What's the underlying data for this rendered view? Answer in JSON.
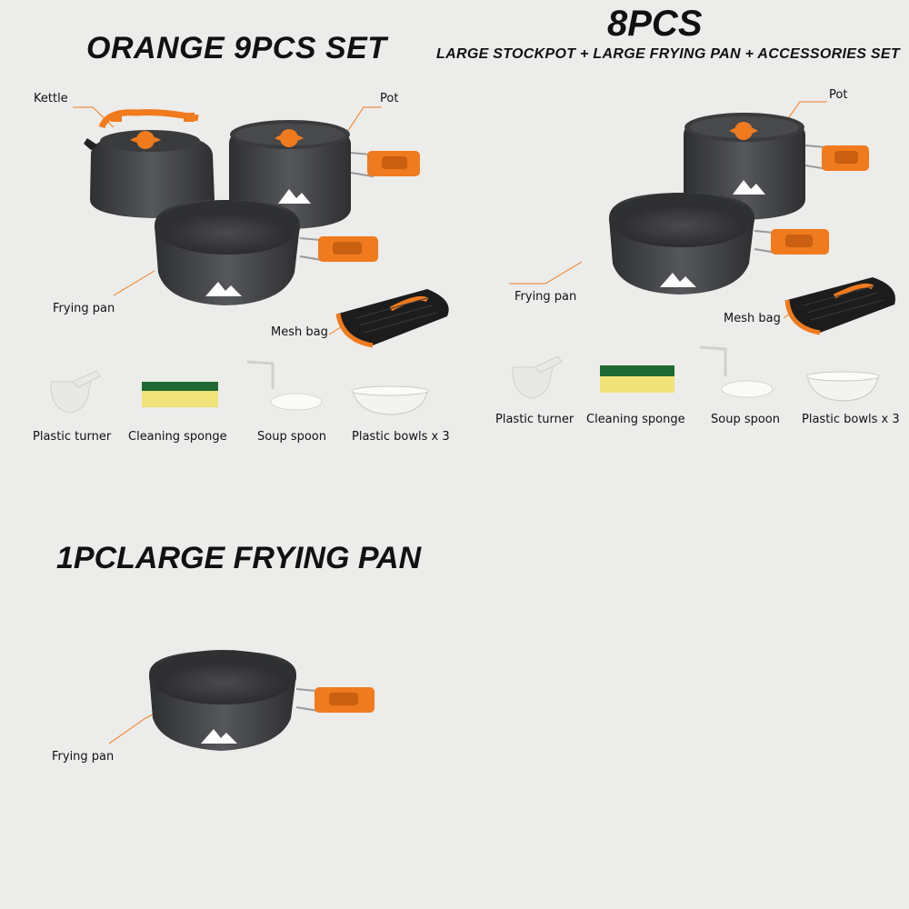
{
  "colors": {
    "background": "#ececea",
    "accent_orange": "#f07a1e",
    "pan_dark": "#3b3c3e"
  },
  "set9": {
    "title": "ORANGE 9PCS SET",
    "labels": {
      "kettle": "Kettle",
      "pot": "Pot",
      "frying_pan": "Frying pan",
      "mesh_bag": "Mesh bag",
      "plastic_turner": "Plastic turner",
      "cleaning_sponge": "Cleaning sponge",
      "soup_spoon": "Soup spoon",
      "plastic_bowls": "Plastic bowls x 3"
    }
  },
  "set8": {
    "title": "8PCS",
    "subtitle": "LARGE STOCKPOT + LARGE FRYING PAN + ACCESSORIES SET",
    "labels": {
      "pot": "Pot",
      "frying_pan": "Frying pan",
      "mesh_bag": "Mesh bag",
      "plastic_turner": "Plastic turner",
      "cleaning_sponge": "Cleaning sponge",
      "soup_spoon": "Soup spoon",
      "plastic_bowls": "Plastic bowls x 3"
    }
  },
  "set1": {
    "title": "1PCLARGE FRYING PAN",
    "labels": {
      "frying_pan": "Frying pan"
    }
  }
}
